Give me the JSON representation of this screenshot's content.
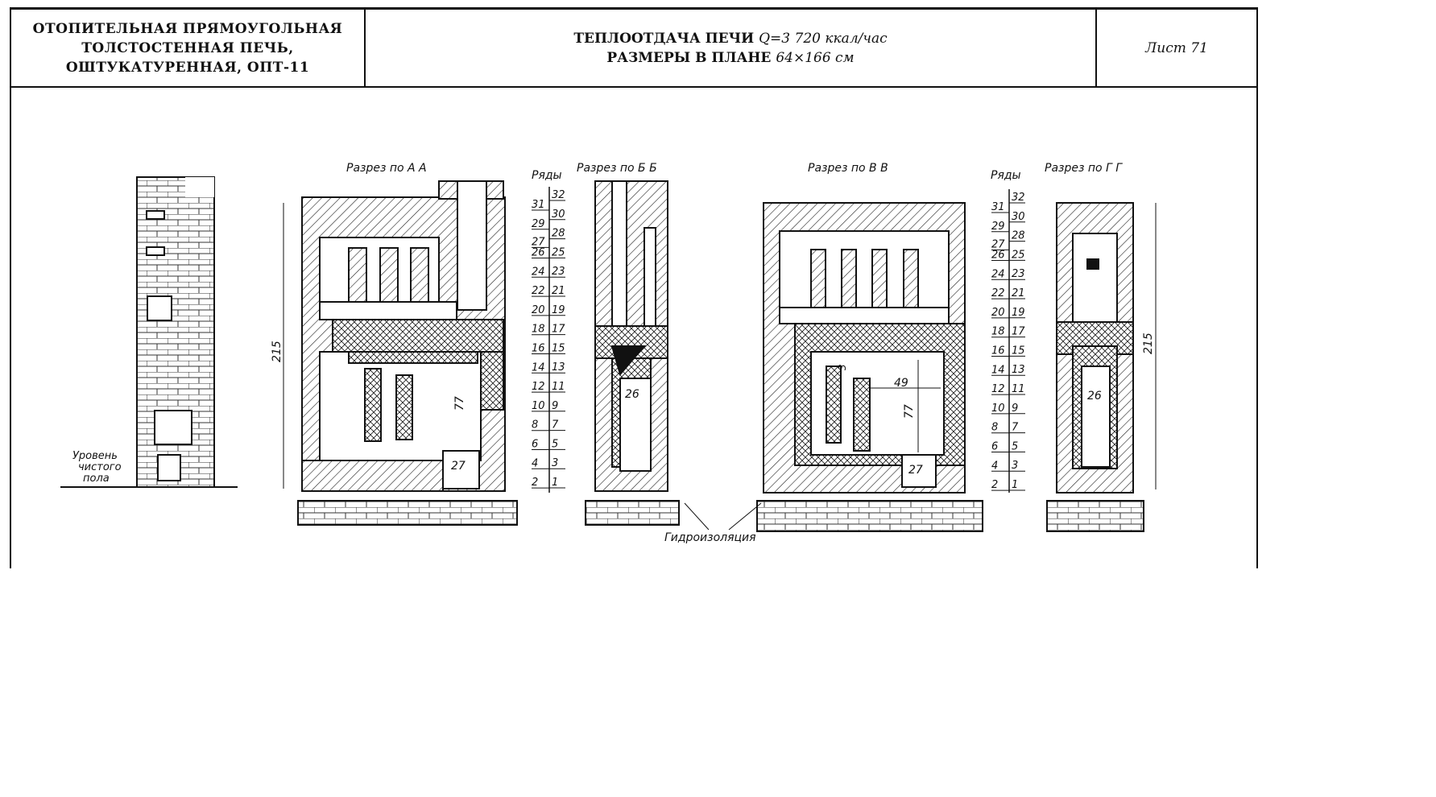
{
  "title_block": {
    "name_lines": [
      "ОТОПИТЕЛЬНАЯ   ПРЯМОУГОЛЬНАЯ",
      "ТОЛСТОСТЕННАЯ ПЕЧЬ,",
      "ОШТУКАТУРЕННАЯ, ОПТ-11"
    ],
    "heat_label": "ТЕПЛООТДАЧА ПЕЧИ",
    "heat_value": "Q=3 720 ккал/час",
    "size_label": "РАЗМЕРЫ В ПЛАНЕ",
    "size_value": "64×166 см",
    "sheet": "Лист 71"
  },
  "drawing": {
    "floor_level": [
      "Уровень",
      "чистого",
      "пола"
    ],
    "section_a": "Разрез по А А",
    "section_b": "Разрез по Б Б",
    "section_v": "Разрез по В В",
    "section_g": "Разрез по Г Г",
    "rows_label": "Ряды",
    "waterproofing": "Гидроизоляция",
    "dims": {
      "height": "215",
      "firebox_height": "77",
      "ash_width": "27",
      "channel_width": "26",
      "firebox_width": "49",
      "gap": "3"
    },
    "rows_right": [
      "32",
      "30",
      "28",
      "25",
      "23",
      "21",
      "19",
      "17",
      "15",
      "13",
      "11",
      "9",
      "7",
      "5",
      "3",
      "1"
    ],
    "rows_left": [
      "31",
      "29",
      "27",
      "26",
      "24",
      "22",
      "20",
      "18",
      "16",
      "14",
      "12",
      "10",
      "8",
      "6",
      "4",
      "2"
    ]
  }
}
